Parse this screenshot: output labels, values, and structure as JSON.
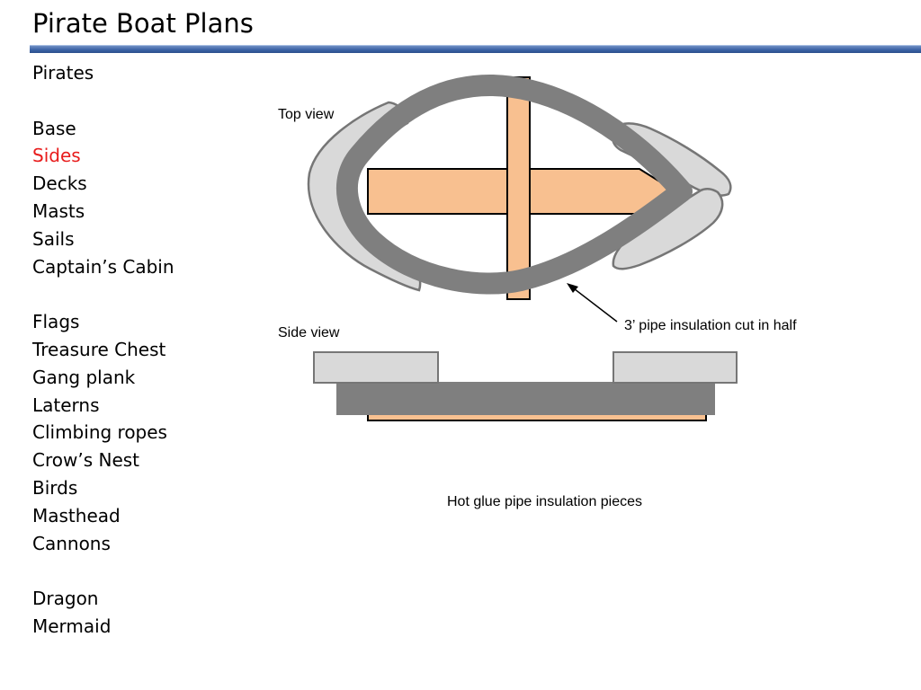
{
  "title": "Pirate Boat Plans",
  "nav": [
    {
      "label": "Pirates",
      "color": "#000000"
    },
    {
      "label": "",
      "spacer": true
    },
    {
      "label": "Base",
      "color": "#000000"
    },
    {
      "label": "Sides",
      "color": "#e81c1c",
      "active": true
    },
    {
      "label": "Decks",
      "color": "#000000"
    },
    {
      "label": "Masts",
      "color": "#000000"
    },
    {
      "label": "Sails",
      "color": "#000000"
    },
    {
      "label": "Captain’s Cabin",
      "color": "#000000"
    },
    {
      "label": "",
      "spacer": true
    },
    {
      "label": "Flags",
      "color": "#000000"
    },
    {
      "label": "Treasure Chest",
      "color": "#000000"
    },
    {
      "label": "Gang plank",
      "color": "#000000"
    },
    {
      "label": "Laterns",
      "color": "#000000"
    },
    {
      "label": "Climbing ropes",
      "color": "#000000"
    },
    {
      "label": "Crow’s Nest",
      "color": "#000000"
    },
    {
      "label": "Birds",
      "color": "#000000"
    },
    {
      "label": "Masthead",
      "color": "#000000"
    },
    {
      "label": "Cannons",
      "color": "#000000"
    },
    {
      "label": "",
      "spacer": true
    },
    {
      "label": "Dragon",
      "color": "#000000"
    },
    {
      "label": "Mermaid",
      "color": "#000000"
    }
  ],
  "diagram": {
    "top_view_label": "Top view",
    "side_view_label": "Side view",
    "callout_label": "3’ pipe insulation cut in half",
    "caption": "Hot glue pipe insulation pieces"
  },
  "colors": {
    "wood": "#f8c090",
    "insulation_dark": "#7f7f7f",
    "insulation_light": "#d9d9d9",
    "outline": "#767676",
    "active_nav": "#e81c1c",
    "title_rule": "#3b63a6"
  }
}
